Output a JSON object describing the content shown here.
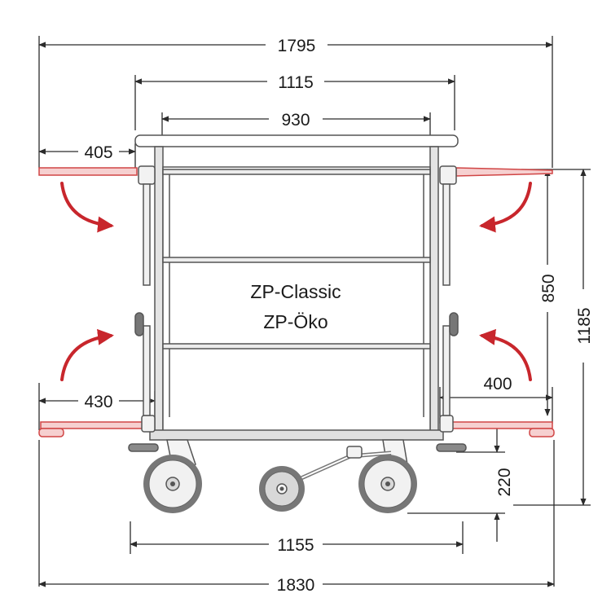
{
  "product_label": {
    "line1": "ZP-Classic",
    "line2": "ZP-Öko"
  },
  "dimensions": {
    "total_width_open": "1795",
    "top_width": "1115",
    "inner_width": "930",
    "flap_top_left": "405",
    "flap_bottom_left": "430",
    "flap_bottom_right": "400",
    "upper_height": "850",
    "total_height": "1185",
    "wheel_height": "220",
    "wheelbase": "1155",
    "total_width_bottom": "1830"
  },
  "colors": {
    "line": "#2b2b2b",
    "frame": "#555555",
    "flap_fill": "#f6d0d0",
    "flap_stroke": "#d04545",
    "arrow": "#c8262c",
    "wheel_tire": "#777777",
    "wheel_hub": "#d8d8d8"
  }
}
